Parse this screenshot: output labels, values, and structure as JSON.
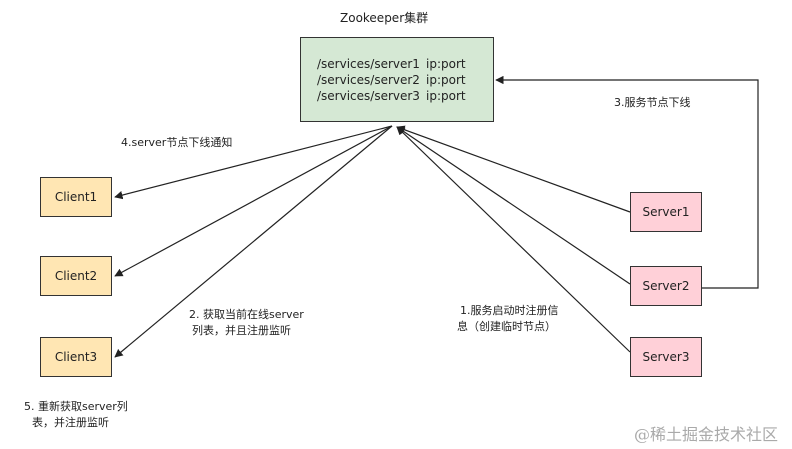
{
  "diagram": {
    "title": "Zookeeper集群",
    "zk_entries": [
      {
        "path": "/services/server1",
        "addr": "ip:port"
      },
      {
        "path": "/services/server2",
        "addr": "ip:port"
      },
      {
        "path": "/services/server3",
        "addr": "ip:port"
      }
    ],
    "clients": [
      "Client1",
      "Client2",
      "Client3"
    ],
    "servers": [
      "Server1",
      "Server2",
      "Server3"
    ],
    "labels": {
      "step1_line1": "1.服务启动时注册信",
      "step1_line2": "息（创建临时节点）",
      "step2_line1": "2. 获取当前在线server",
      "step2_line2": "列表，并且注册监听",
      "step3": "3.服务节点下线",
      "step4": "4.server节点下线通知",
      "step5_line1": "5. 重新获取server列",
      "step5_line2": "表，并注册监听"
    },
    "colors": {
      "zk_fill": "#d5e8d4",
      "client_fill": "#ffe6b3",
      "server_fill": "#ffd0d8",
      "line": "#333333"
    }
  },
  "watermark": "@稀土掘金技术社区"
}
